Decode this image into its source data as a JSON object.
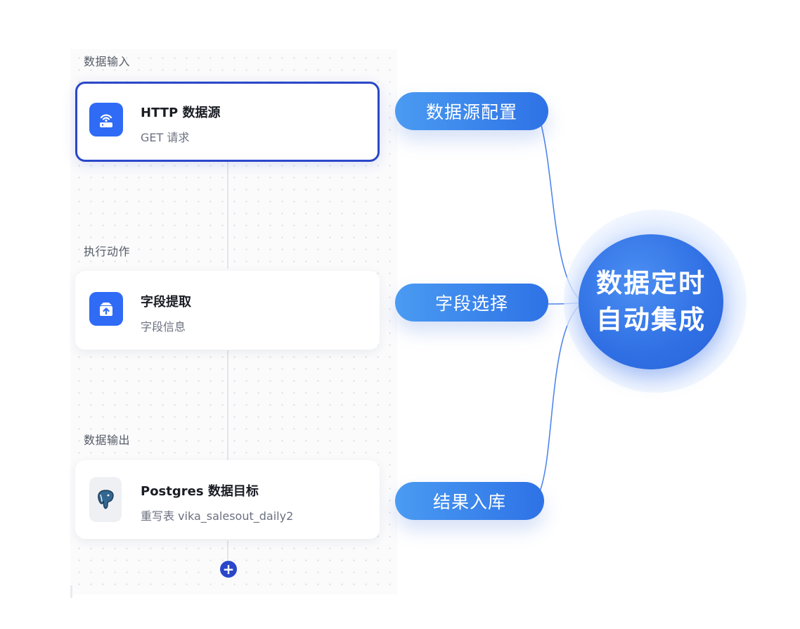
{
  "workflow": {
    "sections": [
      {
        "label": "数据输入"
      },
      {
        "label": "执行动作"
      },
      {
        "label": "数据输出"
      }
    ],
    "nodes": [
      {
        "title": "HTTP 数据源",
        "subtitle": "GET 请求",
        "icon": "router-icon",
        "selected": true
      },
      {
        "title": "字段提取",
        "subtitle": "字段信息",
        "icon": "upload-box-icon",
        "selected": false
      },
      {
        "title": "Postgres 数据目标",
        "subtitle": "重写表 vika_salesout_daily2",
        "icon": "postgres-elephant-icon",
        "selected": false
      }
    ],
    "add_button": {
      "icon": "plus-icon"
    }
  },
  "mindmap": {
    "center": {
      "line1": "数据定时",
      "line2": "自动集成"
    },
    "branches": [
      {
        "label": "数据源配置"
      },
      {
        "label": "字段选择"
      },
      {
        "label": "结果入库"
      }
    ]
  },
  "colors": {
    "accent": "#2a47c9",
    "node_icon_blue": "#2f6bf5",
    "pill_start": "#4a9bf2",
    "pill_end": "#2e72e6",
    "link_line": "#4f86ec"
  }
}
